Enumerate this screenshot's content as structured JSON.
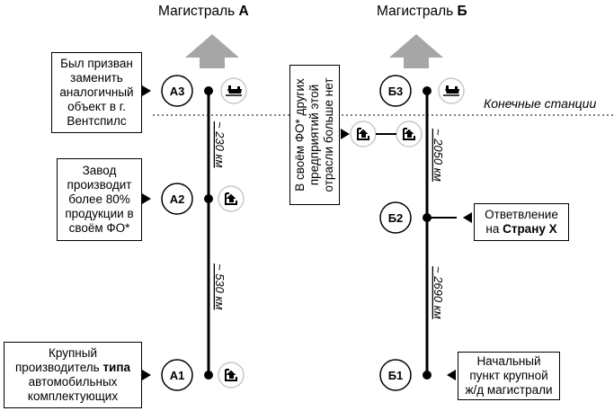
{
  "lines": [
    {
      "id": "A",
      "title_prefix": "Магистраль",
      "title_letter": "А",
      "distances": [
        "~ 230 км",
        "~ 530 км"
      ],
      "stations": [
        {
          "label": "А3",
          "icon": "ship-icon"
        },
        {
          "label": "А2",
          "icon": "factory-icon"
        },
        {
          "label": "А1",
          "icon": "factory-icon"
        }
      ]
    },
    {
      "id": "B",
      "title_prefix": "Магистраль",
      "title_letter": "Б",
      "distances": [
        "~ 2050 км",
        "~ 2690 км"
      ],
      "stations": [
        {
          "label": "Б3",
          "icon": "ship-icon"
        },
        {
          "label": "Б2",
          "icon": ""
        },
        {
          "label": "Б1",
          "icon": ""
        }
      ]
    }
  ],
  "terminal_label": "Конечные станции",
  "notes": {
    "a3": [
      "Был призван",
      "заменить",
      "аналогичный",
      "объект в г.",
      "Вентспилс"
    ],
    "a2": [
      "Завод",
      "производит",
      "более 80%",
      "продукции в",
      "своём ФО*"
    ],
    "a1_line1": "Крупный",
    "a1_line2_plain": "производитель ",
    "a1_line2_bold": "типа",
    "a1_line3": "автомобильных",
    "a1_line4": "комплектующих",
    "vertical": [
      "В своём ФО* других",
      "предприятий этой",
      "отрасли больше нет"
    ],
    "b2_line1": "Ответвление",
    "b2_line2_plain": "на ",
    "b2_line2_bold": "Страну X",
    "b1": [
      "Начальный",
      "пункт крупной",
      "ж/д магистрали"
    ]
  },
  "colors": {
    "arrow": "#a6a6a6",
    "line": "#000000",
    "icon_circle": "#c8c8c8",
    "divider": "#000000"
  }
}
